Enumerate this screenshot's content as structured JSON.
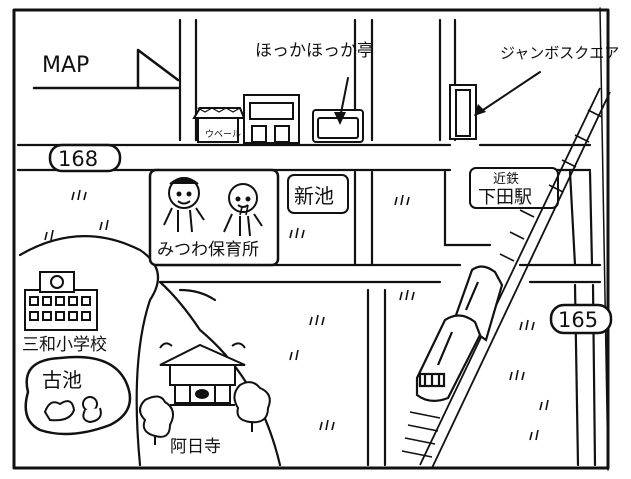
{
  "map": {
    "map_label": "MAP",
    "route_168": "168",
    "route_165": "165",
    "hokka_tei": "ほっかほっか亭",
    "jumbo_square": "ジャンボスクエア",
    "ubell": "ウベール",
    "shinike": "新池",
    "kintetsu": "近鉄",
    "shimoda_station": "下田駅",
    "mitsuwa_nursery": "みつわ保育所",
    "sanwa_school": "三和小学校",
    "furuike": "古池",
    "anichiji": "阿日寺"
  }
}
